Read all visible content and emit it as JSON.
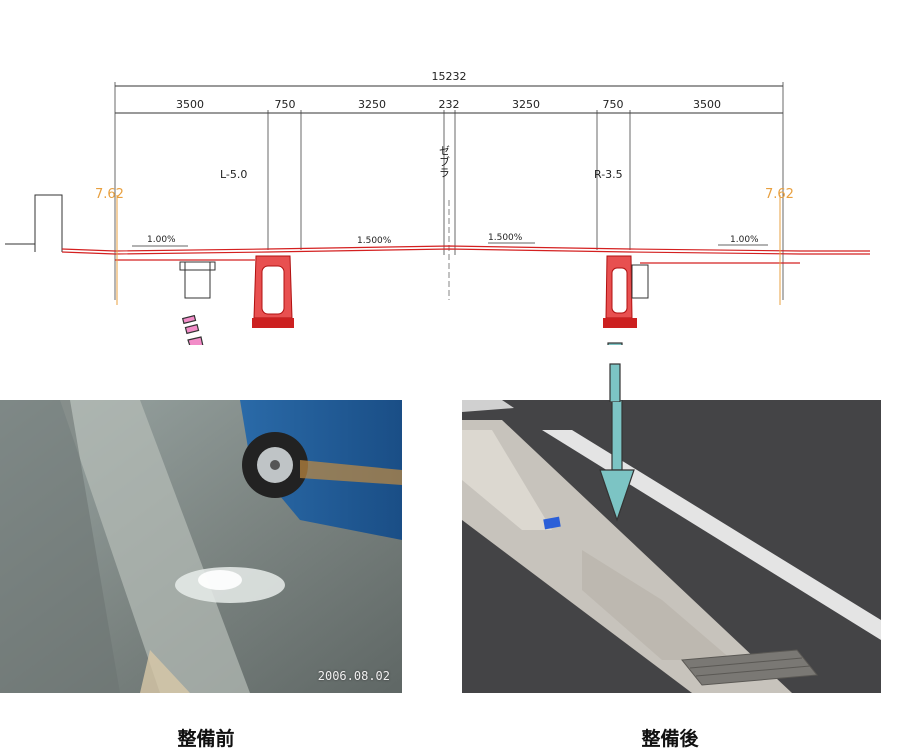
{
  "cross_section": {
    "total_width": "15232",
    "segments": [
      "3500",
      "750",
      "3250",
      "232",
      "3250",
      "750",
      "3500"
    ],
    "zebra_label": "ゼブラ",
    "left_mark": "L-5.0",
    "right_mark": "R-3.5",
    "left_elevation": "7.62",
    "right_elevation": "7.62",
    "slope_outer_left": "1.00%",
    "slope_inner_left": "1.500%",
    "slope_inner_right": "1.500%",
    "slope_outer_right": "1.00%",
    "line_color": "#d42020",
    "elevation_color": "#e8a040"
  },
  "arrows": {
    "before_color": "#f28cc8",
    "after_color": "#7cc4c4"
  },
  "photos": {
    "before_date_stamp": "2006.08.02"
  },
  "captions": {
    "before": "整備前",
    "after": "整備後"
  }
}
